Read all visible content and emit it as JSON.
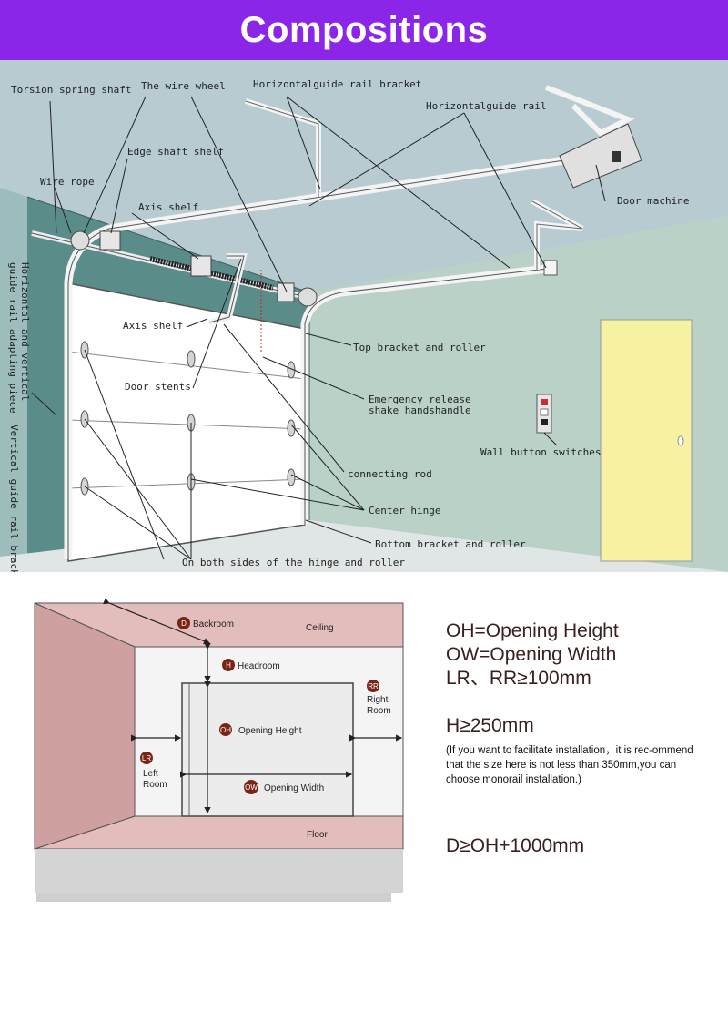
{
  "banner": {
    "title": "Compositions"
  },
  "components": {
    "torsion_spring_shaft": "Torsion spring shaft",
    "wire_wheel": "The wire wheel",
    "horizontal_bracket": "Horizontalguide rail  bracket",
    "horizontal_rail": "Horizontalguide rail",
    "edge_shaft_shelf": "Edge shaft shelf",
    "wire_rope": "Wire rope",
    "axis_shelf_top": "Axis shelf",
    "door_machine": "Door machine",
    "axis_shelf": "Axis shelf",
    "top_bracket": "Top bracket and roller",
    "emergency_1": "Emergency release",
    "emergency_2": "shake handshandle",
    "door_stents": "Door stents",
    "wall_button": "Wall button switches",
    "connecting_rod": "connecting rod",
    "center_hinge": "Center hinge",
    "bottom_bracket": "Bottom bracket and roller",
    "hinge_roller": "On both sides of the hinge and roller",
    "adapting_piece_1": "Horizontal and vertical",
    "adapting_piece_2": "guide rail adapting piece",
    "vertical_bracket": "Vertical guide rail bracket"
  },
  "room": {
    "backroom": "Backroom",
    "backroom_badge": "D",
    "ceiling": "Ceiling",
    "headroom": "Headroom",
    "headroom_badge": "H",
    "right_room_1": "Right",
    "right_room_2": "Room",
    "right_badge": "RR",
    "opening_height": "Opening Height",
    "oh_badge": "OH",
    "left_room_1": "Left",
    "left_room_2": "Room",
    "left_badge": "LR",
    "opening_width": "Opening Width",
    "ow_badge": "OW",
    "floor": "Floor",
    "wall_color": "#d9a9a9",
    "badge_color": "#7a2414"
  },
  "specs": {
    "oh": "OH=Opening Height",
    "ow": "OW=Opening Width",
    "lr": "LR、RR≥100mm",
    "h": "H≥250mm",
    "note": "(If you want to facilitate installation，it is rec-ommend that the size here is not less than 350mm,you can choose monorail installation.)",
    "d": "D≥OH+1000mm"
  }
}
